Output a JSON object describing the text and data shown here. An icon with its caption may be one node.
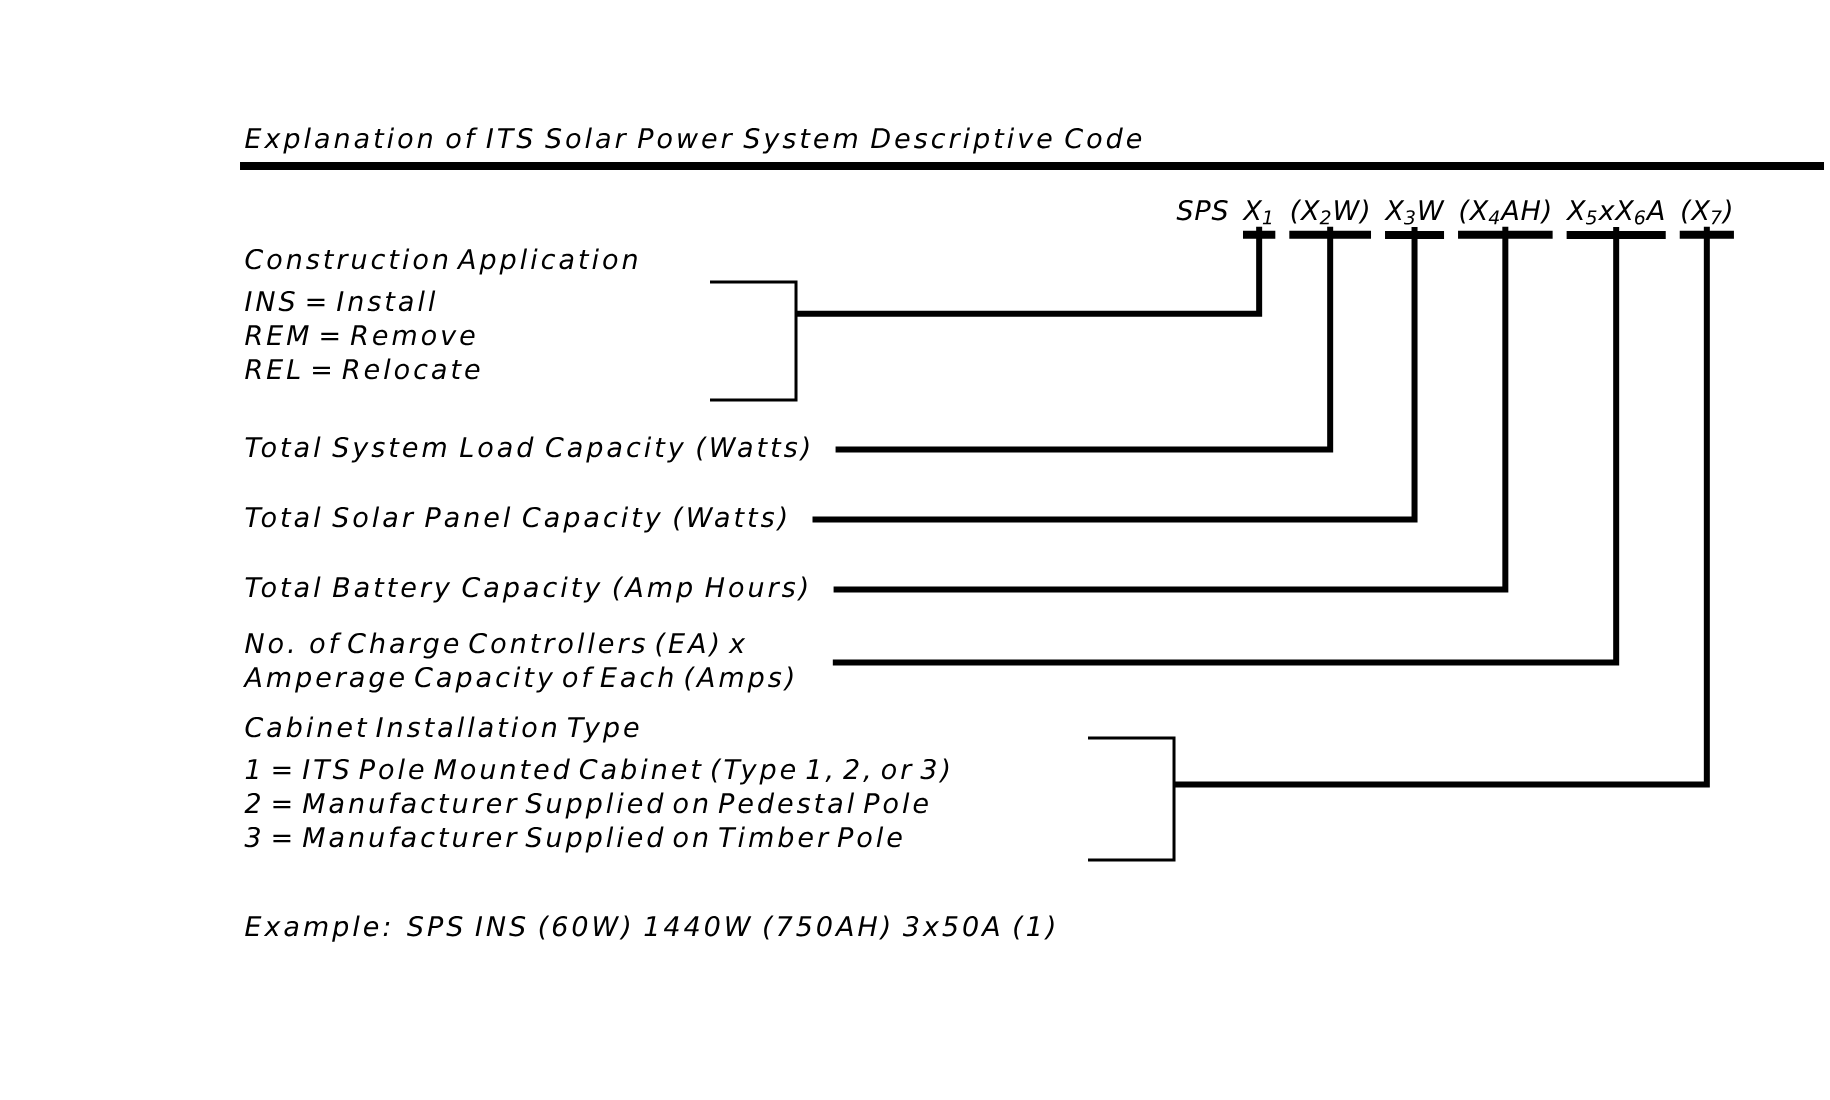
{
  "diagram": {
    "title": "Explanation of ITS Solar Power System Descriptive Code",
    "nodes": [
      {
        "text": [
          "X$_{1}$"
        ]
      },
      {
        "text": [
          "(X$_{2}$W)"
        ]
      },
      {
        "text": [
          "X$_{3}$W"
        ]
      },
      {
        "text": [
          "(X$_{4}$AH)"
        ]
      },
      {
        "text": [
          "X$_{5}$xX$_{6}$A"
        ]
      },
      {
        "text": [
          "(X$_{7}$)"
        ]
      },
      {
        "text": [
          "Construction Application",
          "INS = Install",
          "REM = Remove",
          "REL = Relocate"
        ]
      },
      {
        "text": [
          "Total System Load Capacity (Watts)"
        ]
      },
      {
        "text": [
          "Total Solar Panel Capacity (Watts)"
        ]
      },
      {
        "text": [
          "Total Battery Capacity (Amp Hours)"
        ]
      },
      {
        "text": [
          "No. of Charge Controllers (EA) x Amperage Capacity of Each (Amps)"
        ]
      },
      {
        "text": [
          "Cabinet Installation Type",
          "1 = ITS Pole Mounted Cabinet (Type 1, 2, or 3)",
          "2 = Manufacturer Supplied on Pedestal Pole",
          "3 = Manufacturer Supplied on Timber Pole"
        ]
      }
    ],
    "edges": [
      {
        "from": 6,
        "to": 0,
        "arrow": "none"
      },
      {
        "from": 7,
        "to": 1,
        "arrow": "none"
      },
      {
        "from": 8,
        "to": 2,
        "arrow": "none"
      },
      {
        "from": 9,
        "to": 3,
        "arrow": "none"
      },
      {
        "from": 10,
        "to": 4,
        "arrow": "none"
      },
      {
        "from": 11,
        "to": 5,
        "arrow": "none"
      }
    ],
    "labels": [
      "SPS",
      "Example: SPS INS (60W) 1440W (750AH) 3x50A (1)"
    ]
  }
}
